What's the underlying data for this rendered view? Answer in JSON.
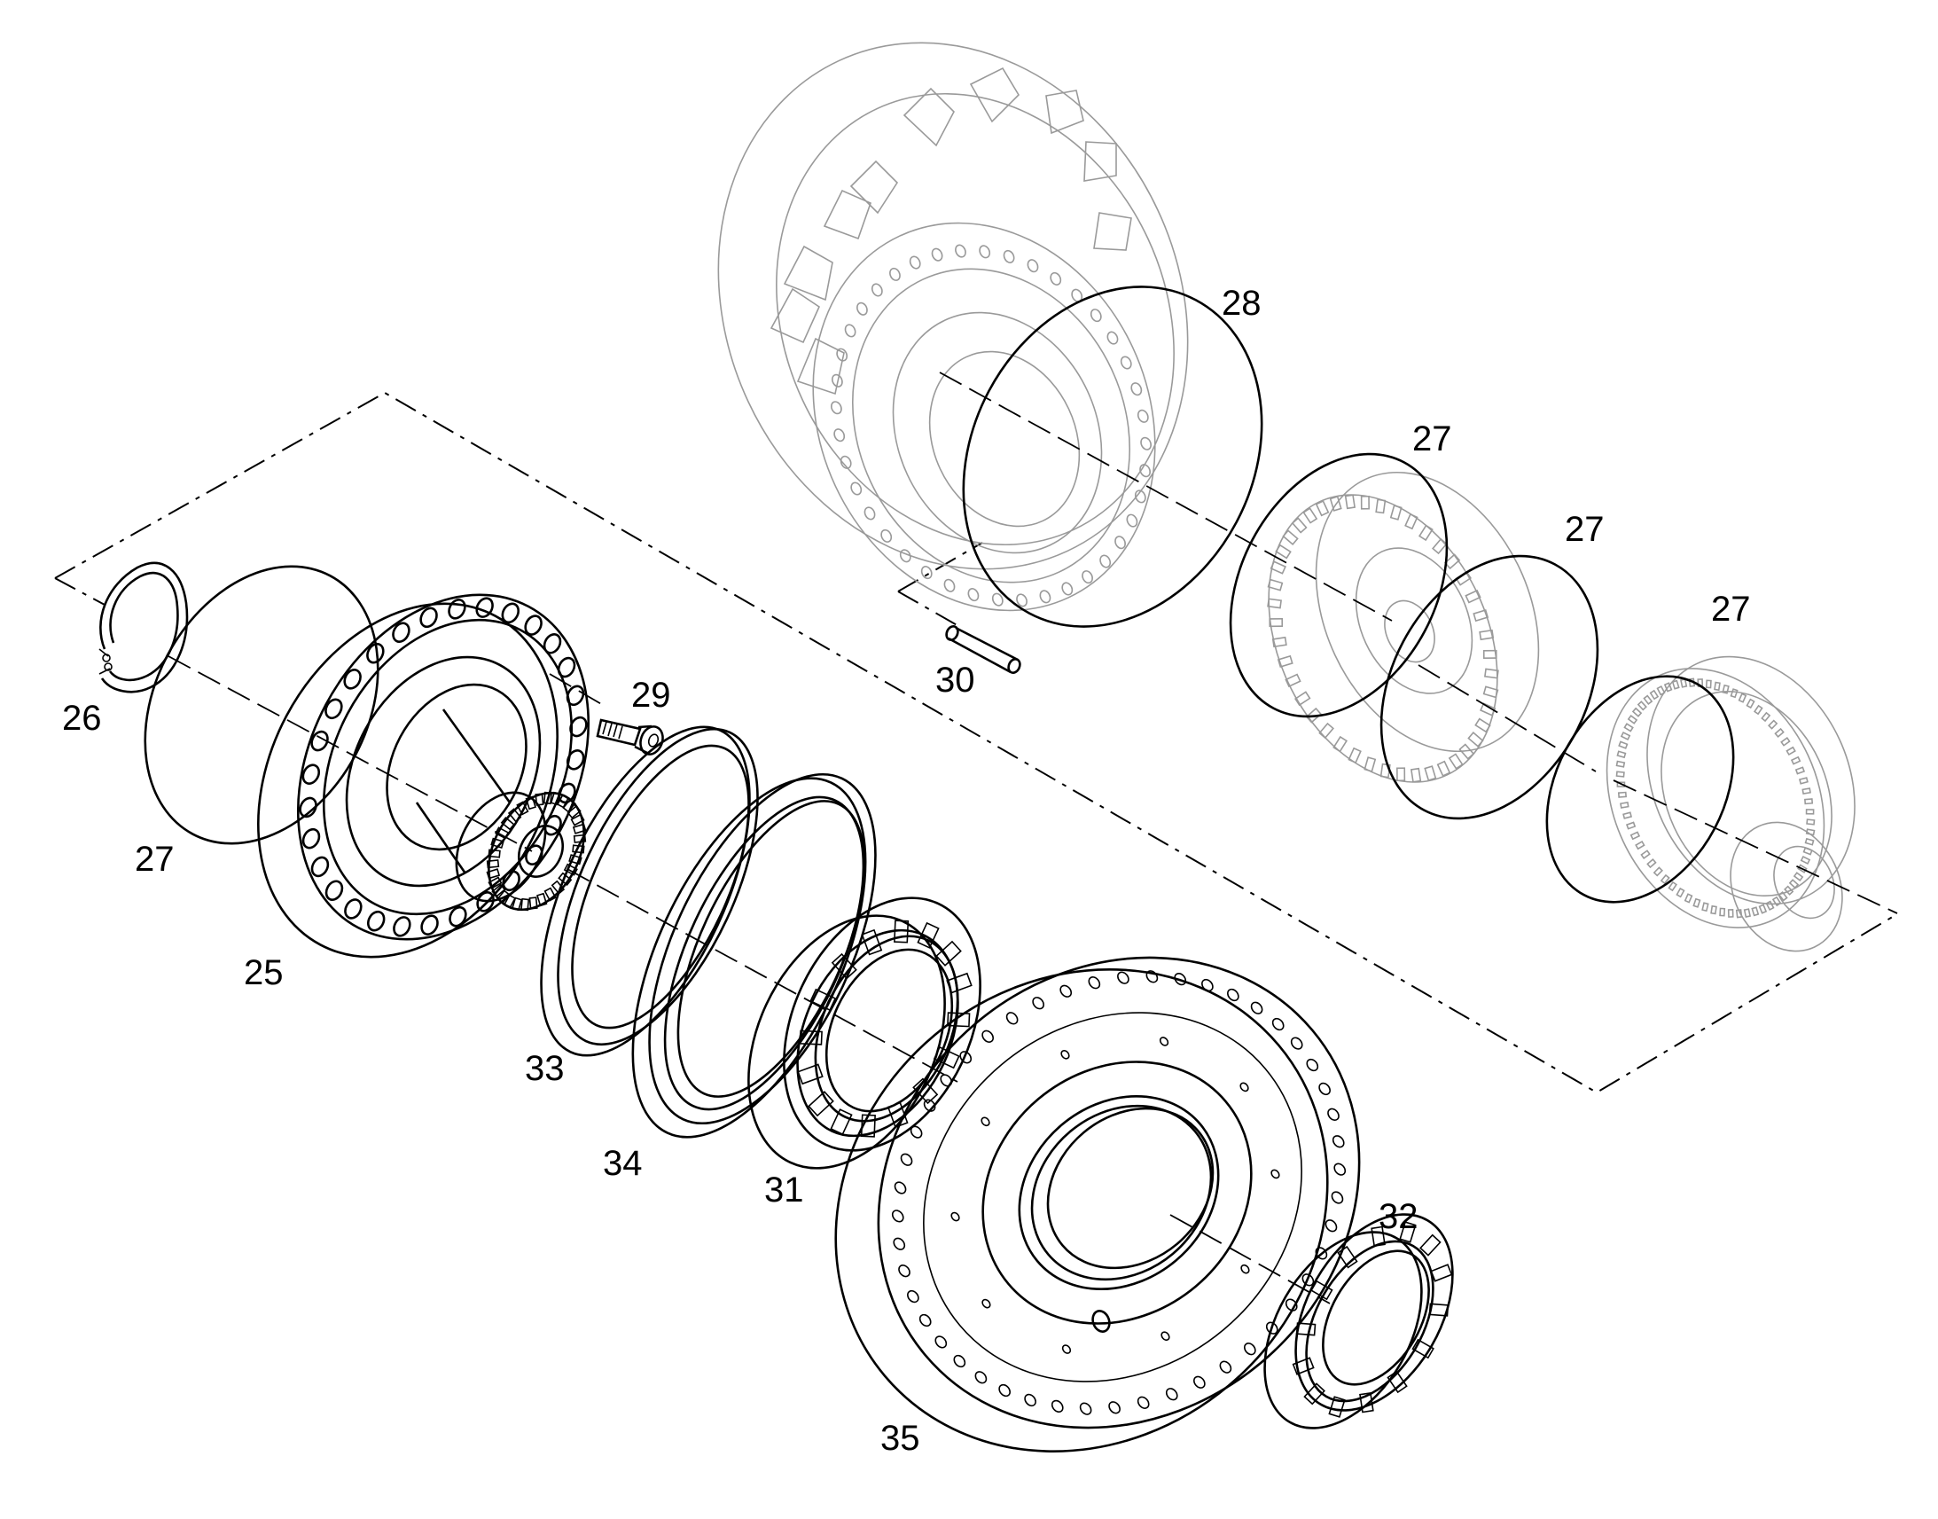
{
  "callouts": {
    "c25": "25",
    "c26": "26",
    "c27a": "27",
    "c27b": "27",
    "c27c": "27",
    "c27d": "27",
    "c28": "28",
    "c29": "29",
    "c30": "30",
    "c31": "31",
    "c32": "32",
    "c33": "33",
    "c34": "34",
    "c35": "35"
  },
  "colors": {
    "line": "#000000",
    "ghost": "#9a9a9a",
    "background": "#ffffff"
  }
}
